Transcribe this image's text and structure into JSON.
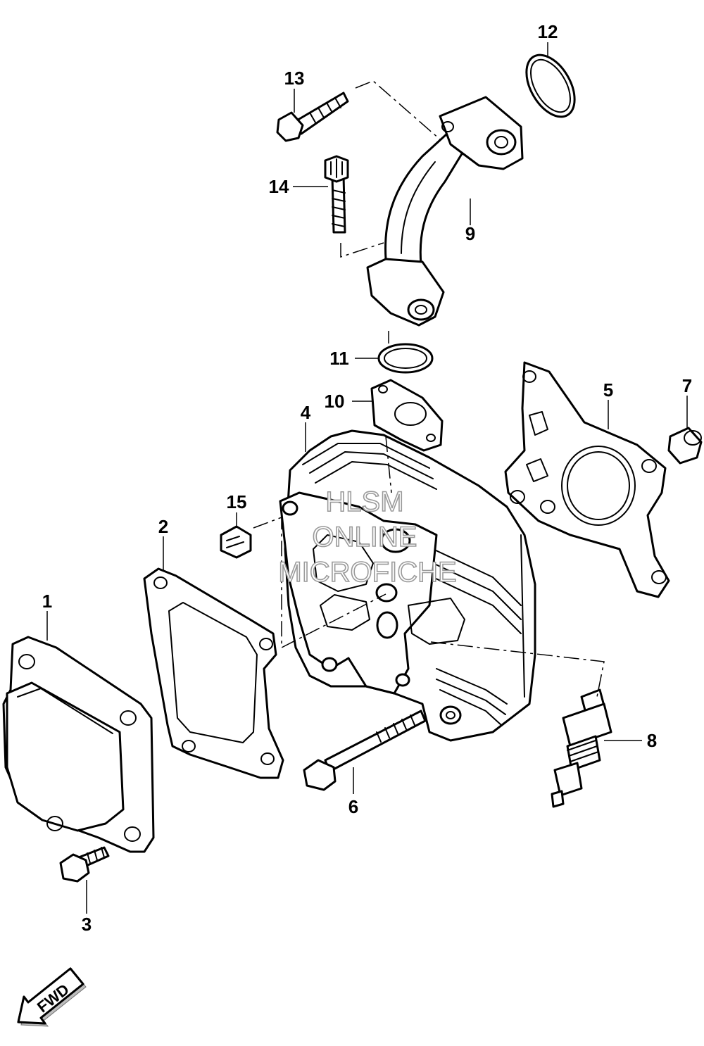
{
  "parts": [
    {
      "number": "1"
    },
    {
      "number": "2"
    },
    {
      "number": "3"
    },
    {
      "number": "4"
    },
    {
      "number": "5"
    },
    {
      "number": "6"
    },
    {
      "number": "7"
    },
    {
      "number": "8"
    },
    {
      "number": "9"
    },
    {
      "number": "10"
    },
    {
      "number": "11"
    },
    {
      "number": "12"
    },
    {
      "number": "13"
    },
    {
      "number": "14"
    },
    {
      "number": "15"
    }
  ],
  "watermark": {
    "line1": "HLSM",
    "line2": "ONLINE",
    "line3": "MICROFICHE"
  },
  "direction_badge": "FWD"
}
